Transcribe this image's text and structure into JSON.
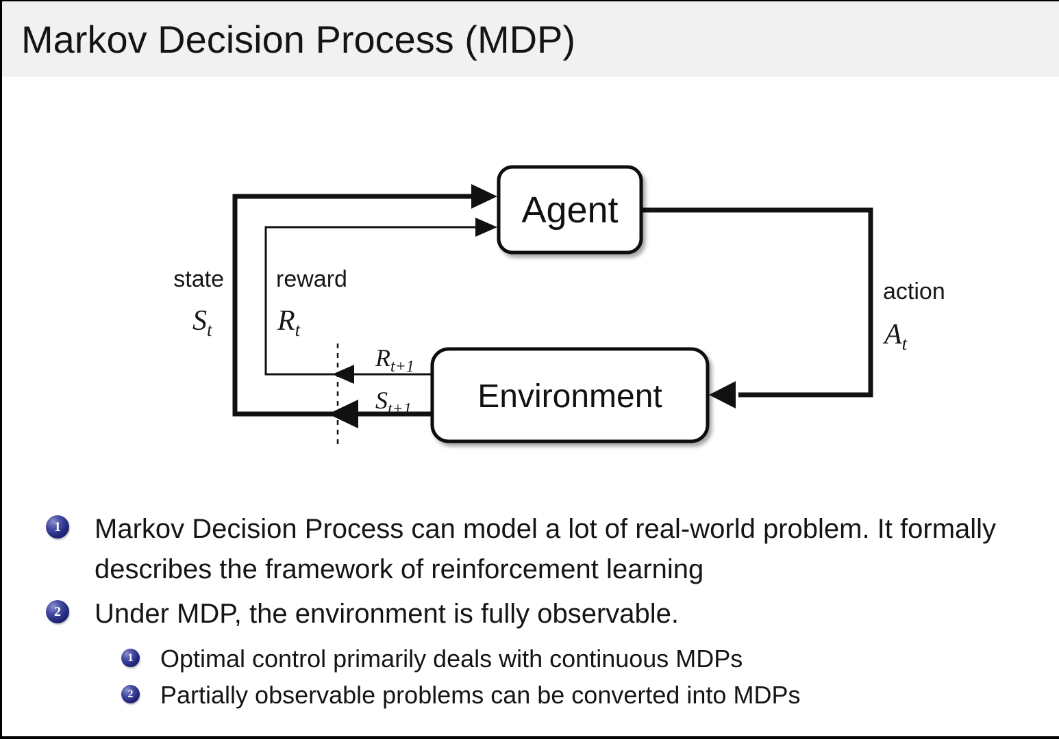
{
  "title": "Markov Decision Process (MDP)",
  "diagram": {
    "agent": "Agent",
    "environment": "Environment",
    "state": {
      "word": "state",
      "symbol": "S",
      "sub": "t"
    },
    "reward": {
      "word": "reward",
      "symbol": "R",
      "sub": "t"
    },
    "action": {
      "word": "action",
      "symbol": "A",
      "sub": "t"
    },
    "next_reward": {
      "symbol": "R",
      "sub": "t+1"
    },
    "next_state": {
      "symbol": "S",
      "sub": "t+1"
    }
  },
  "bullets": [
    {
      "number": "1",
      "text": "Markov Decision Process can model a lot of real-world problem. It formally describes the framework of reinforcement learning",
      "subitems": []
    },
    {
      "number": "2",
      "text": "Under MDP, the environment is fully observable.",
      "subitems": [
        {
          "number": "1",
          "text": "Optimal control primarily deals with continuous MDPs"
        },
        {
          "number": "2",
          "text": "Partially observable problems can be converted into MDPs"
        }
      ]
    }
  ],
  "colors": {
    "title_bar": "#f1f1f1",
    "text": "#1a1a1a",
    "ball_dark": "#0e0e55",
    "ball_mid": "#2d3390",
    "ball_highlight": "#8a90cc",
    "diagram_stroke": "#111111"
  }
}
